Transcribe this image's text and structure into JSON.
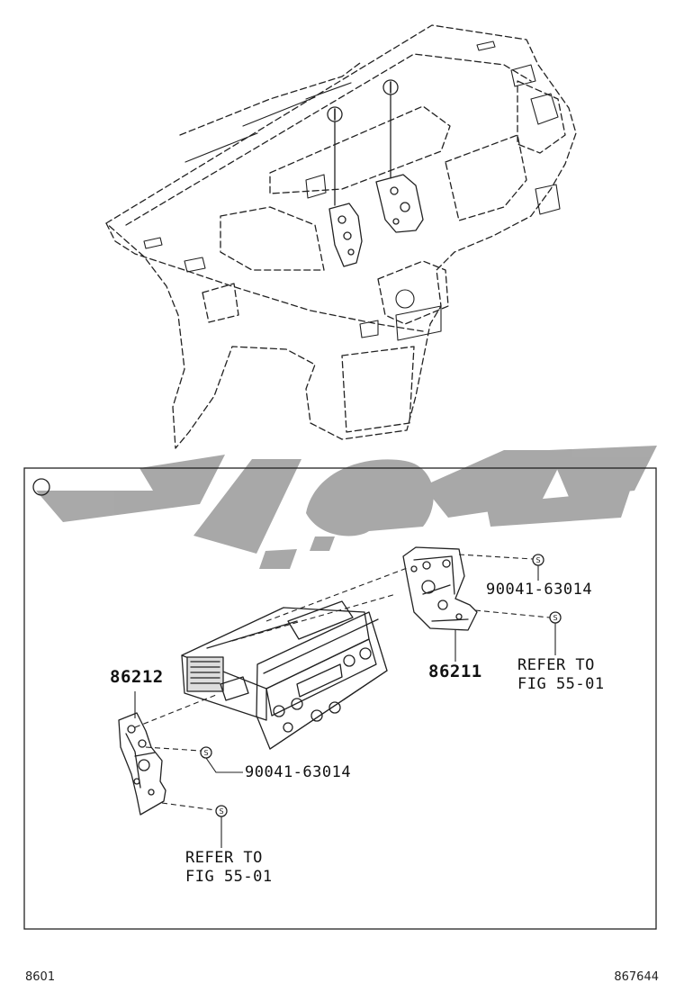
{
  "callout_marker": "①",
  "parts": {
    "bracket_right": "86211",
    "bracket_left": "86212"
  },
  "screws": {
    "screw_right": "90041-63014",
    "screw_left": "90041-63014"
  },
  "references": {
    "ref_right_line1": "REFER TO",
    "ref_right_line2": "FIG 55-01",
    "ref_left_line1": "REFER TO",
    "ref_left_line2": "FIG 55-01"
  },
  "footer": {
    "left_code": "8601",
    "right_code": "867644"
  }
}
